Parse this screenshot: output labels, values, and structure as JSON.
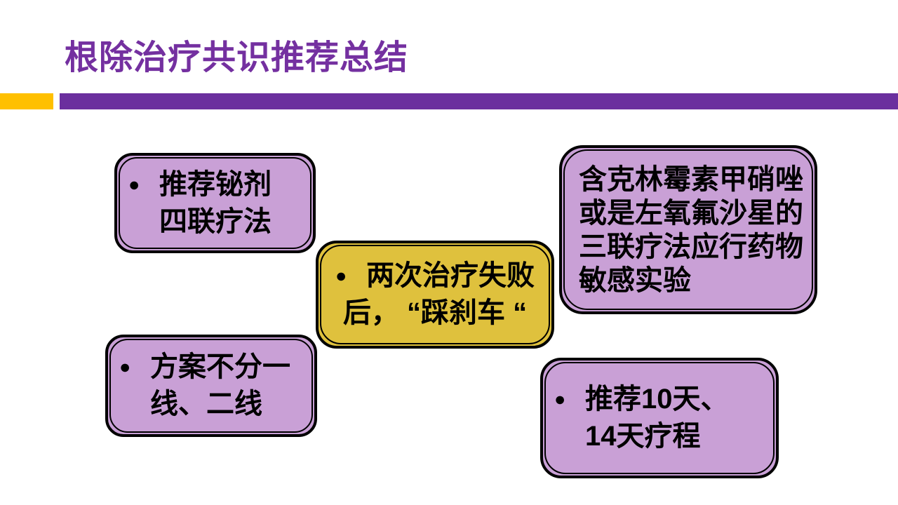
{
  "slide": {
    "title": "根除治疗共识推荐总结",
    "bullet_glyph": "●",
    "colors": {
      "title_text": "#7430A0",
      "divider_bar": "#6B2F9E",
      "accent_chip": "#FFC000",
      "box_fill_purple": "#C9A0D6",
      "box_fill_yellow": "#DFC13D",
      "box_border": "#000000",
      "box_text": "#000000"
    },
    "boxes": [
      {
        "name": "推荐铋剂四联疗法",
        "bullet": true,
        "lines": [
          "推荐铋剂",
          "四联疗法"
        ]
      },
      {
        "name": "两次治疗失败后踩刹车",
        "bullet": true,
        "lines": [
          "两次治疗失败",
          "后， “踩刹车 “"
        ]
      },
      {
        "name": "药物敏感实验",
        "bullet": false,
        "lines": [
          "含克林霉素甲硝唑",
          "或是左氧氟沙星的",
          "三联疗法应行药物",
          "敏感实验"
        ]
      },
      {
        "name": "方案不分一线二线",
        "bullet": true,
        "lines": [
          "方案不分一",
          "线、二线"
        ]
      },
      {
        "name": "推荐疗程",
        "bullet": true,
        "lines": [
          "推荐10天、",
          "14天疗程"
        ]
      }
    ]
  }
}
